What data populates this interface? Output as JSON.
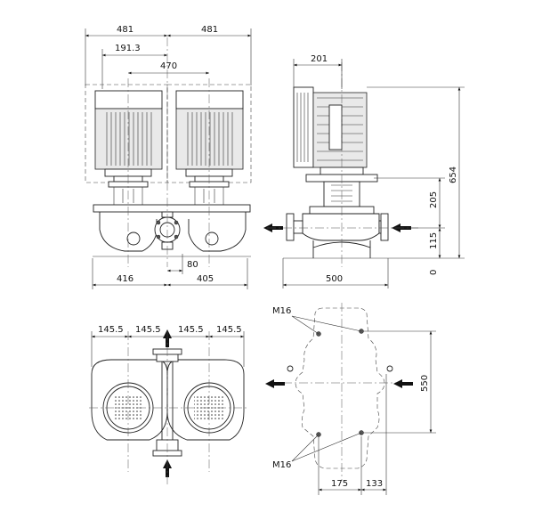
{
  "dimensions": {
    "front_left_width": "481",
    "front_right_width": "481",
    "front_offset": "191.3",
    "front_motor_spacing": "470",
    "front_flange_offset": "80",
    "front_bottom_left": "416",
    "front_bottom_right": "405",
    "side_top_width": "201",
    "side_bottom_width": "500",
    "side_height_total": "654",
    "side_height_upper": "205",
    "side_height_lower": "115",
    "side_height_zero": "0",
    "plan_s1": "145.5",
    "plan_s2": "145.5",
    "plan_s3": "145.5",
    "plan_s4": "145.5",
    "base_bolt_top": "M16",
    "base_bolt_bottom": "M16",
    "base_height": "550",
    "base_width_left": "175",
    "base_width_right": "133"
  }
}
